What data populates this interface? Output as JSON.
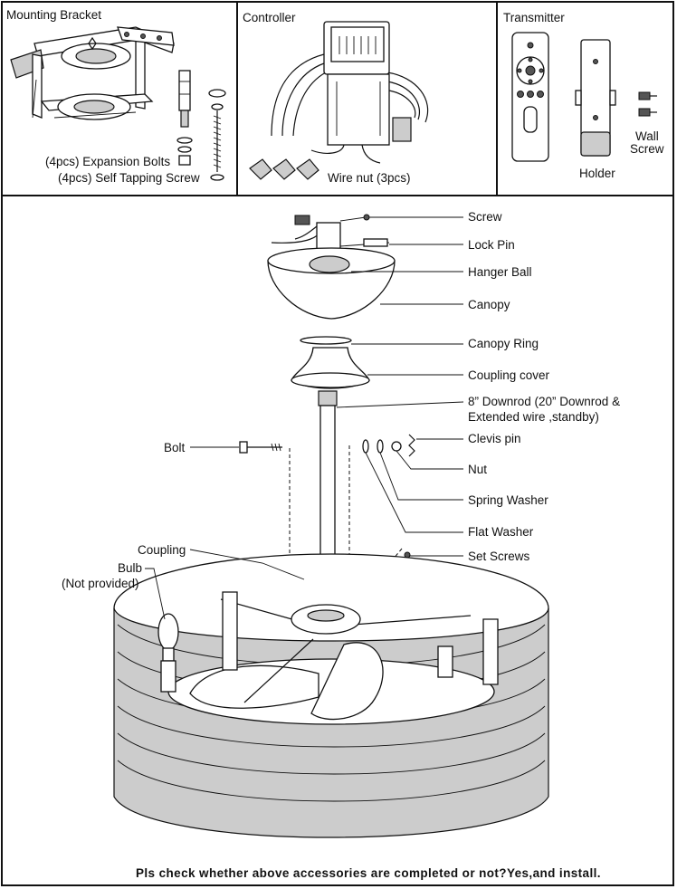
{
  "accessories": {
    "mounting_bracket": {
      "title": "Mounting Bracket",
      "expansion_bolts": "(4pcs) Expansion Bolts",
      "self_tapping_screw": "(4pcs) Self Tapping Screw"
    },
    "controller": {
      "title": "Controller",
      "wire_nut": "Wire nut (3pcs)"
    },
    "transmitter": {
      "title": "Transmitter",
      "holder": "Holder",
      "wall_screw_line1": "Wall",
      "wall_screw_line2": "Screw"
    }
  },
  "assembly": {
    "screw": "Screw",
    "lock_pin": "Lock Pin",
    "hanger_ball": "Hanger Ball",
    "canopy": "Canopy",
    "canopy_ring": "Canopy Ring",
    "coupling_cover": "Coupling cover",
    "downrod_line1": "8” Downrod (20” Downrod &",
    "downrod_line2": "Extended wire ,standby)",
    "clevis_pin": "Clevis pin",
    "nut": "Nut",
    "spring_washer": "Spring Washer",
    "flat_washer": "Flat Washer",
    "set_screws": "Set Screws",
    "bolt": "Bolt",
    "coupling": "Coupling",
    "bulb": "Bulb",
    "bulb_note": "(Not provided)"
  },
  "footer": {
    "note": "Pls check whether above accessories are completed or not?Yes,and install."
  }
}
